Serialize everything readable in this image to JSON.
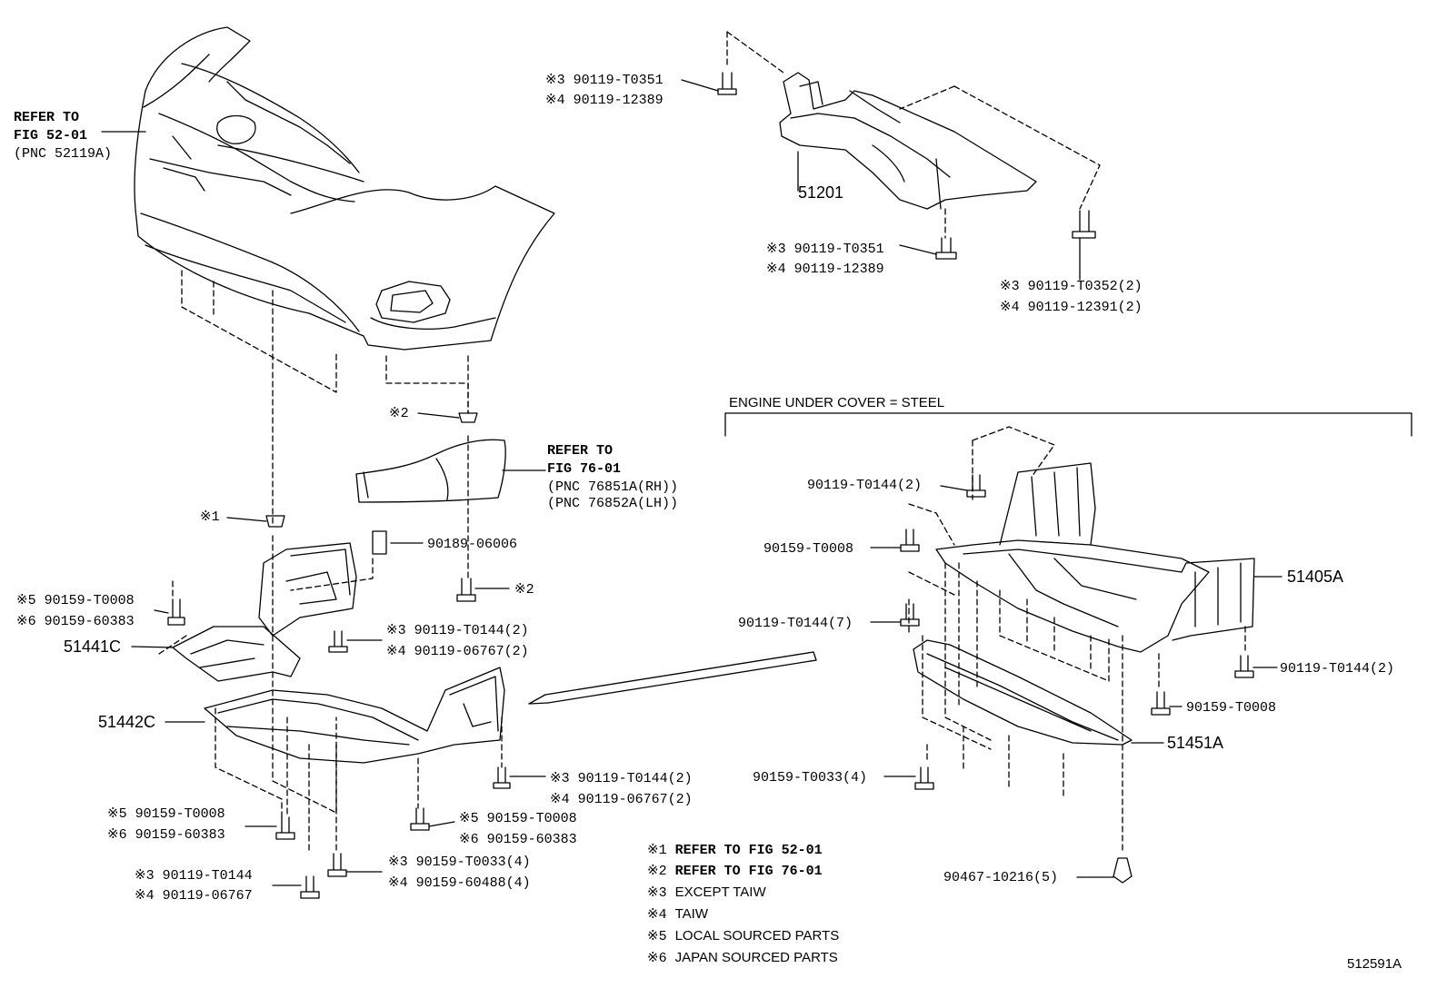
{
  "refer_bumper": [
    "REFER TO",
    "FIG 52-01",
    "(PNC 52119A)"
  ],
  "refer_spoiler": [
    "REFER TO",
    "FIG 76-01",
    "(PNC 76851A(RH))",
    "(PNC 76852A(LH))"
  ],
  "crossmember": {
    "pn": "51201",
    "bolt_top": [
      "※3 90119-T0351",
      "※4 90119-12389"
    ],
    "bolt_bottom": [
      "※3 90119-T0351",
      "※4 90119-12389"
    ],
    "bolt_right": [
      "※3 90119-T0352(2)",
      "※4 90119-12391(2)"
    ]
  },
  "left": {
    "m2_top": "※2",
    "m1": "※1",
    "n90189": "90189-06006",
    "m2_bolt": "※2",
    "clip_5_6_a": [
      "※5 90159-T0008",
      "※6 90159-60383"
    ],
    "pn_51441c": "51441C",
    "bolt_3_4_a": [
      "※3 90119-T0144(2)",
      "※4 90119-06767(2)"
    ],
    "pn_51442c": "51442C",
    "bolt_3_4_b": [
      "※3 90119-T0144(2)",
      "※4 90119-06767(2)"
    ],
    "clip_5_6_b": [
      "※5 90159-T0008",
      "※6 90159-60383"
    ],
    "clip_5_6_c": [
      "※5 90159-T0008",
      "※6 90159-60383"
    ],
    "bolt_3_4_c": [
      "※3 90159-T0033(4)",
      "※4 90159-60488(4)"
    ],
    "bolt_3_4_d": [
      "※3 90119-T0144",
      "※4 90119-06767"
    ]
  },
  "right": {
    "header": "ENGINE UNDER COVER = STEEL",
    "b1": "90119-T0144(2)",
    "b2": "90159-T0008",
    "b3": "90119-T0144(7)",
    "pn_51405a": "51405A",
    "b4": "90119-T0144(2)",
    "b5": "90159-T0008",
    "pn_51451a": "51451A",
    "b6": "90159-T0033(4)",
    "b7": "90467-10216(5)"
  },
  "legend": [
    {
      "mark": "※1",
      "text": "REFER TO FIG 52-01",
      "style": "mono"
    },
    {
      "mark": "※2",
      "text": "REFER TO FIG 76-01",
      "style": "mono"
    },
    {
      "mark": "※3",
      "text": "EXCEPT TAIW",
      "style": "sans"
    },
    {
      "mark": "※4",
      "text": "TAIW",
      "style": "sans"
    },
    {
      "mark": "※5",
      "text": "LOCAL SOURCED PARTS",
      "style": "sans"
    },
    {
      "mark": "※6",
      "text": "JAPAN SOURCED PARTS",
      "style": "sans"
    }
  ],
  "figure_id": "512591A"
}
